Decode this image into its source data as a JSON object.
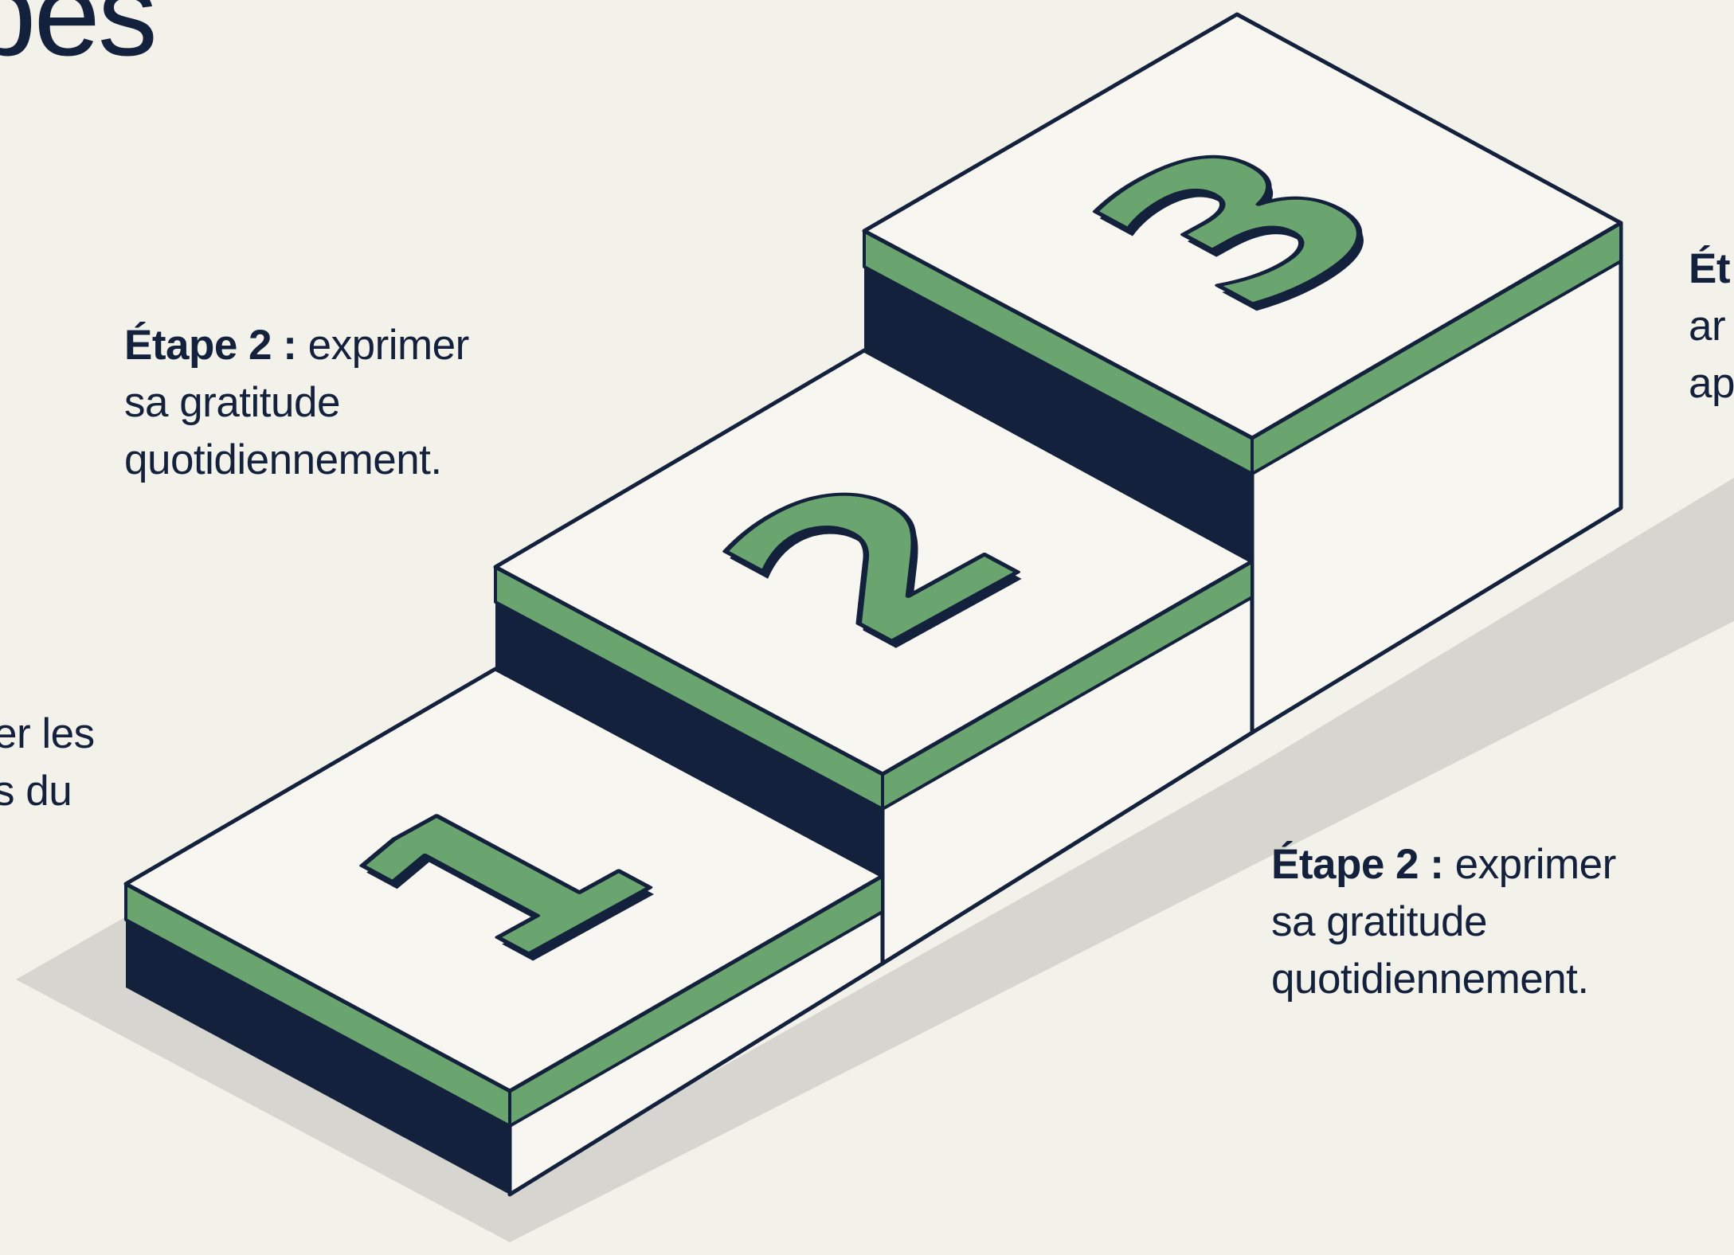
{
  "title": "pes",
  "labels": {
    "left": {
      "line1": "er les",
      "line2": "s du"
    },
    "upper": {
      "name": "Étape 2 :",
      "rest": " exprimer",
      "line2": "sa gratitude",
      "line3": "quotidiennement."
    },
    "lower": {
      "name": "Étape 2 :",
      "rest": " exprimer",
      "line2": "sa gratitude",
      "line3": "quotidiennement."
    },
    "right": {
      "line1": "Ét",
      "line2": "ar",
      "line3": "ap"
    }
  },
  "steps": [
    {
      "number": "1"
    },
    {
      "number": "2"
    },
    {
      "number": "3"
    }
  ],
  "colors": {
    "background": "#f2f1ea",
    "navy": "#14213d",
    "green": "#6aa56f",
    "face": "#f7f6f0",
    "shadow": "#d6d5cf"
  }
}
